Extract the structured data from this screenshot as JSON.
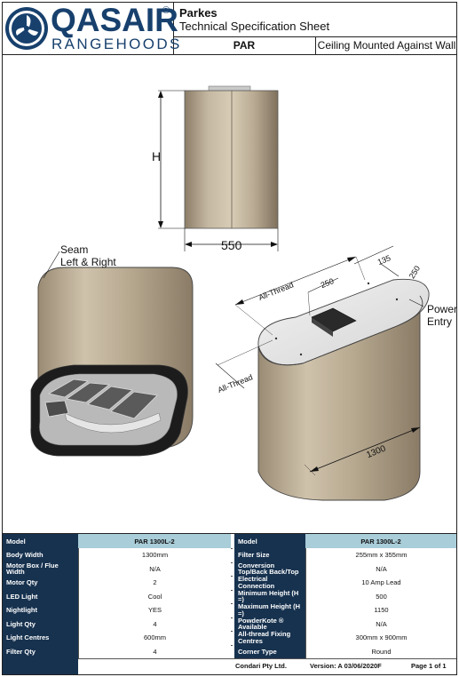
{
  "header": {
    "brand": "QASAIR",
    "brand_mark": "®",
    "brand_sub": "RANGEHOODS",
    "product_name": "Parkes",
    "sheet_title": "Technical Specification Sheet",
    "model_code": "PAR",
    "mounting": "Ceiling Mounted Against Wall",
    "brand_color": "#17406d"
  },
  "drawing": {
    "height_label": "H",
    "depth_label": "550",
    "seam_line1": "Seam",
    "seam_line2": "Left & Right",
    "all_thread_top": "All-Thread",
    "all_thread_side": "All-Thread",
    "dim_250_a": "250",
    "dim_250_b": "250",
    "dim_135": "135",
    "power_line1": "Power",
    "power_line2": "Entry",
    "width_label": "1300"
  },
  "table": {
    "head": {
      "left_key": "Model",
      "left_value": "PAR 1300L-2",
      "right_key": "Model",
      "right_value": "PAR 1300L-2"
    },
    "rows": [
      {
        "lk": "Body Width",
        "lv": "1300mm",
        "rk": "Filter Size",
        "rv": "255mm x 355mm"
      },
      {
        "lk": "Motor Box / Flue Width",
        "lv": "N/A",
        "rk": "Conversion Top/Back  Back/Top",
        "rv": "N/A"
      },
      {
        "lk": "Motor Qty",
        "lv": "2",
        "rk": "Electrical Connection",
        "rv": "10 Amp Lead"
      },
      {
        "lk": "LED Light",
        "lv": "Cool",
        "rk": "Minimum Height (H =)",
        "rv": "500"
      },
      {
        "lk": "Nightlight",
        "lv": "YES",
        "rk": "Maximum Height (H =)",
        "rv": "1150"
      },
      {
        "lk": "Light Qty",
        "lv": "4",
        "rk": "PowderKote ® Available",
        "rv": "N/A"
      },
      {
        "lk": "Light Centres",
        "lv": "600mm",
        "rk": "All-thread Fixing Centres",
        "rv": "300mm x 900mm"
      },
      {
        "lk": "Filter Qty",
        "lv": "4",
        "rk": "Corner Type",
        "rv": "Round"
      }
    ],
    "footer": {
      "company": "Condari Pty Ltd.",
      "version": "Version: A  03/06/2020F",
      "page": "Page 1 of 1"
    }
  }
}
